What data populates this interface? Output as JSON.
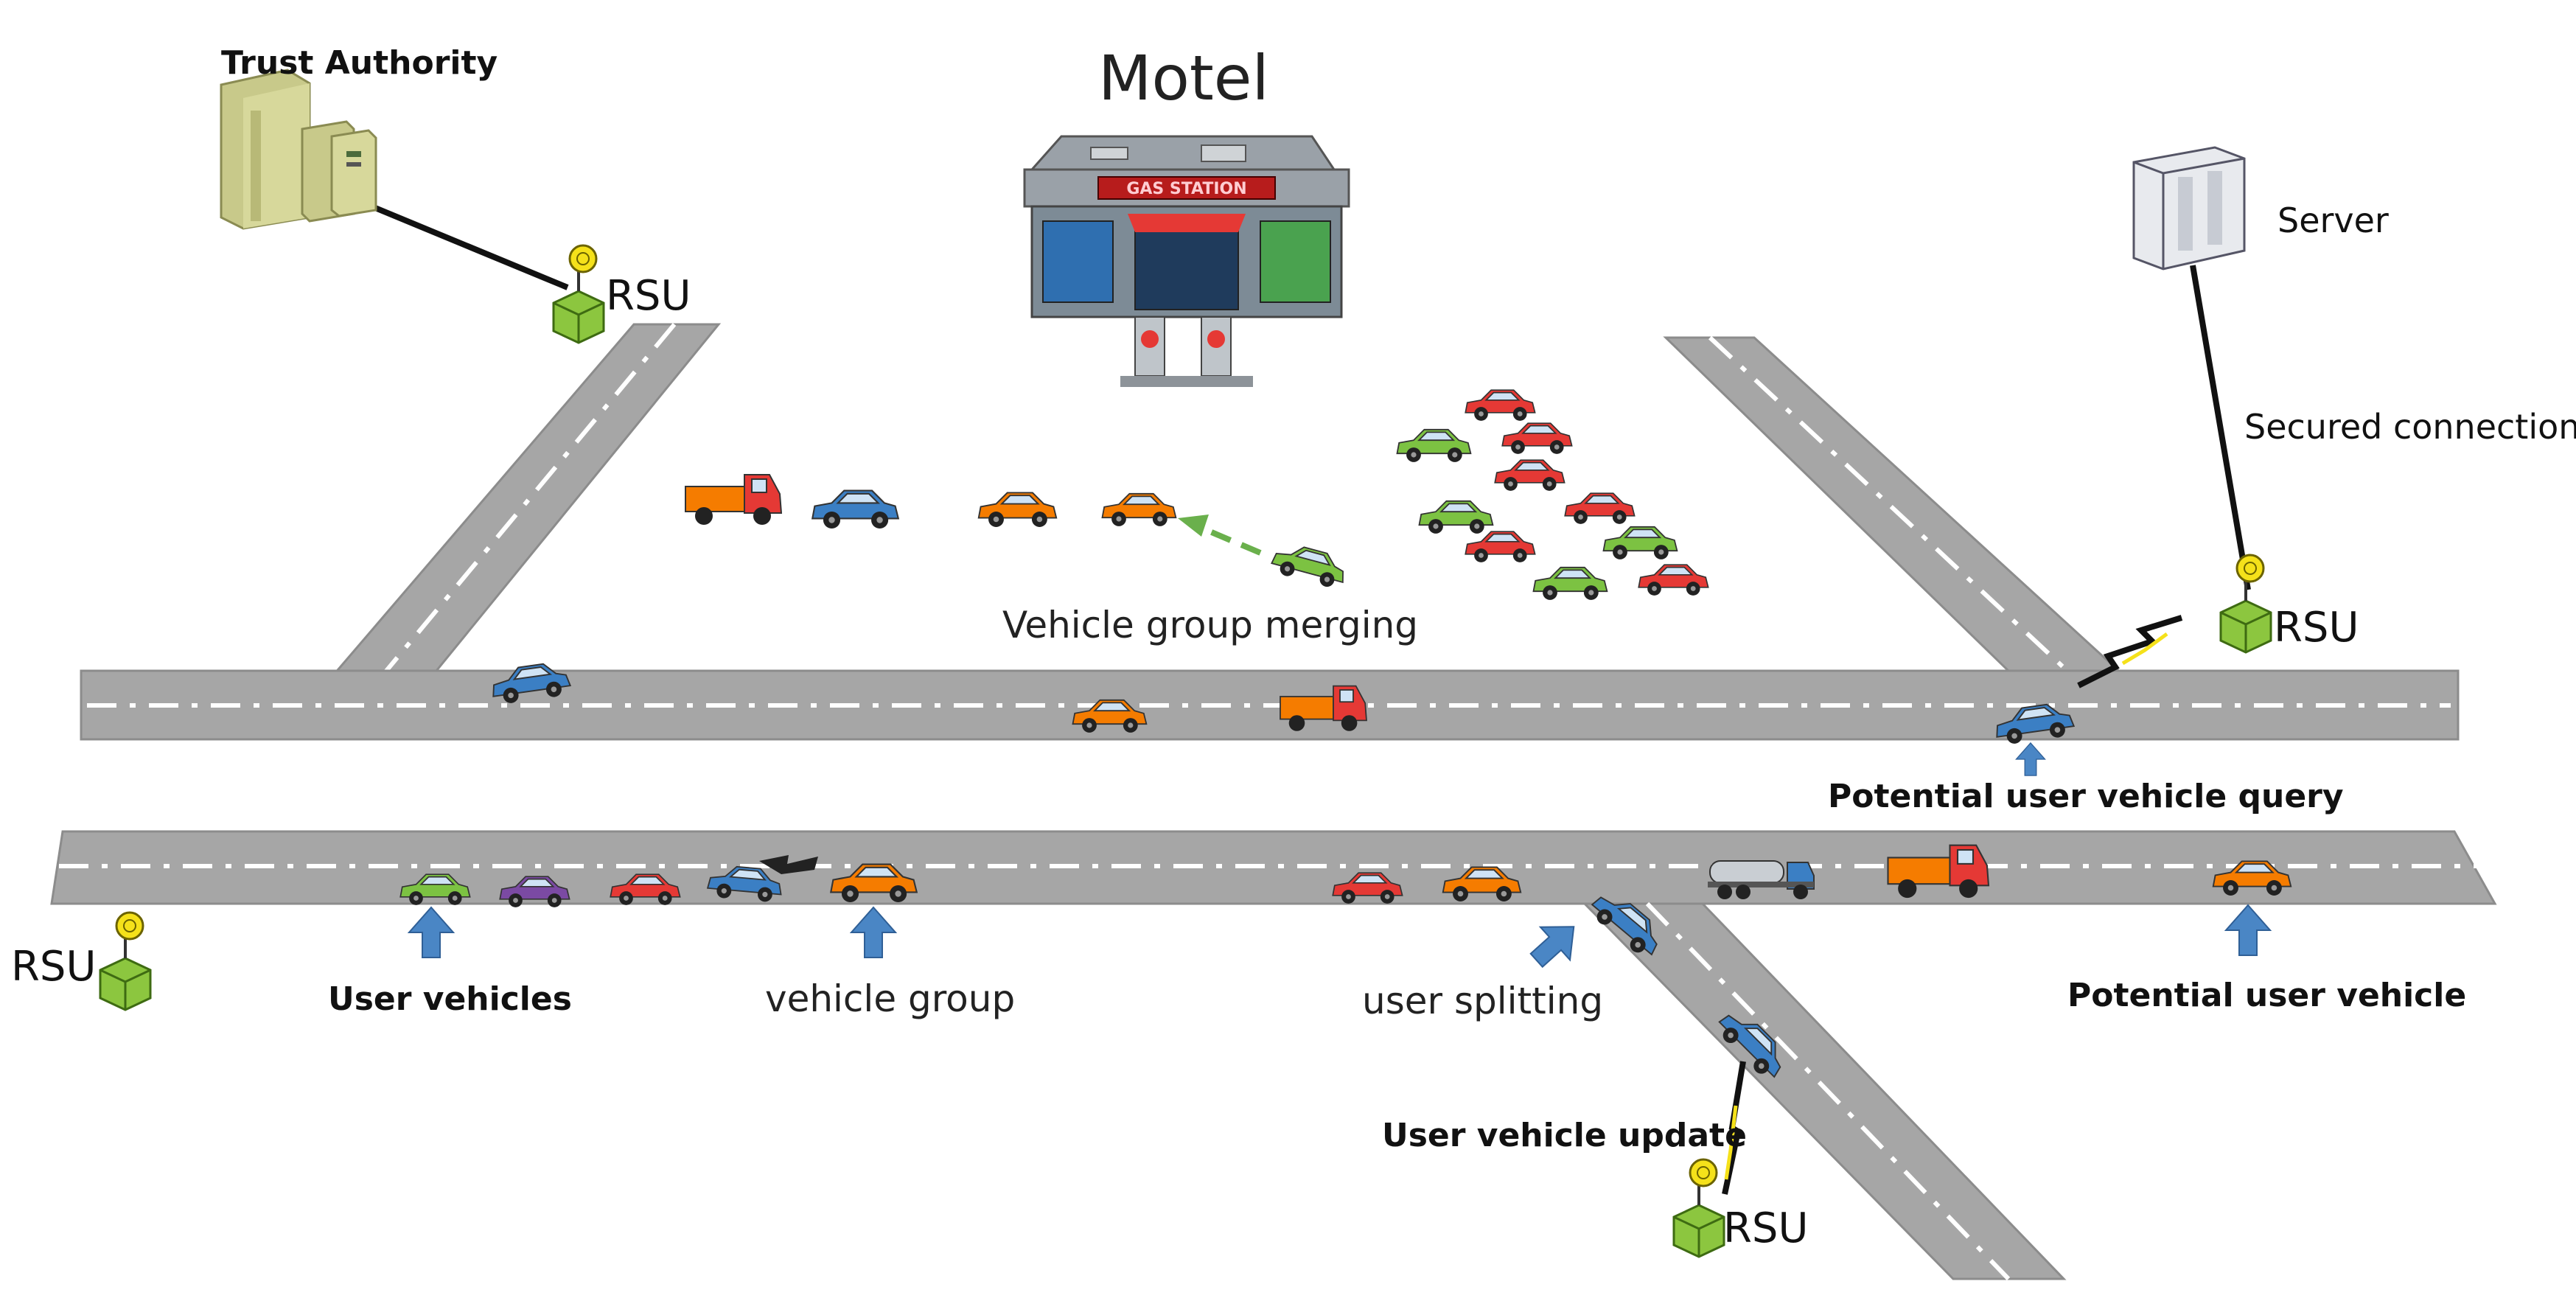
{
  "labels": {
    "trust_authority": "Trust Authority",
    "motel": "Motel",
    "gas_station_sign": "GAS STATION",
    "server": "Server",
    "secured_connection": "Secured connection",
    "rsu_top_left": "RSU",
    "rsu_right": "RSU",
    "rsu_left": "RSU",
    "rsu_bottom": "RSU",
    "vehicle_group_merging": "Vehicle group merging",
    "potential_user_vehicle_query": "Potential user vehicle query",
    "user_vehicles": "User vehicles",
    "vehicle_group": "vehicle group",
    "user_splitting": "user splitting",
    "potential_user_vehicle": "Potential user vehicle",
    "user_vehicle_update": "User vehicle update"
  },
  "icons": {
    "trust_authority": "building-icon",
    "motel": "gas-station-icon",
    "server": "server-icon",
    "rsu": "rsu-antenna-icon",
    "arrow": "up-arrow-icon",
    "car": "car-icon",
    "truck": "truck-icon"
  },
  "colors": {
    "road": "#a6a6a6",
    "road_edge": "#8c8c8c",
    "lane_marking": "#ffffff",
    "rsu_box": "#8cc63f",
    "rsu_dish": "#f5e11a",
    "arrow_blue": "#4a86c5",
    "merge_arrow": "#6ab04c",
    "car_red": "#e53935",
    "car_green": "#7cc242",
    "car_orange": "#f57c00",
    "car_blue": "#3b7fc4",
    "car_purple": "#7b4aa3"
  }
}
